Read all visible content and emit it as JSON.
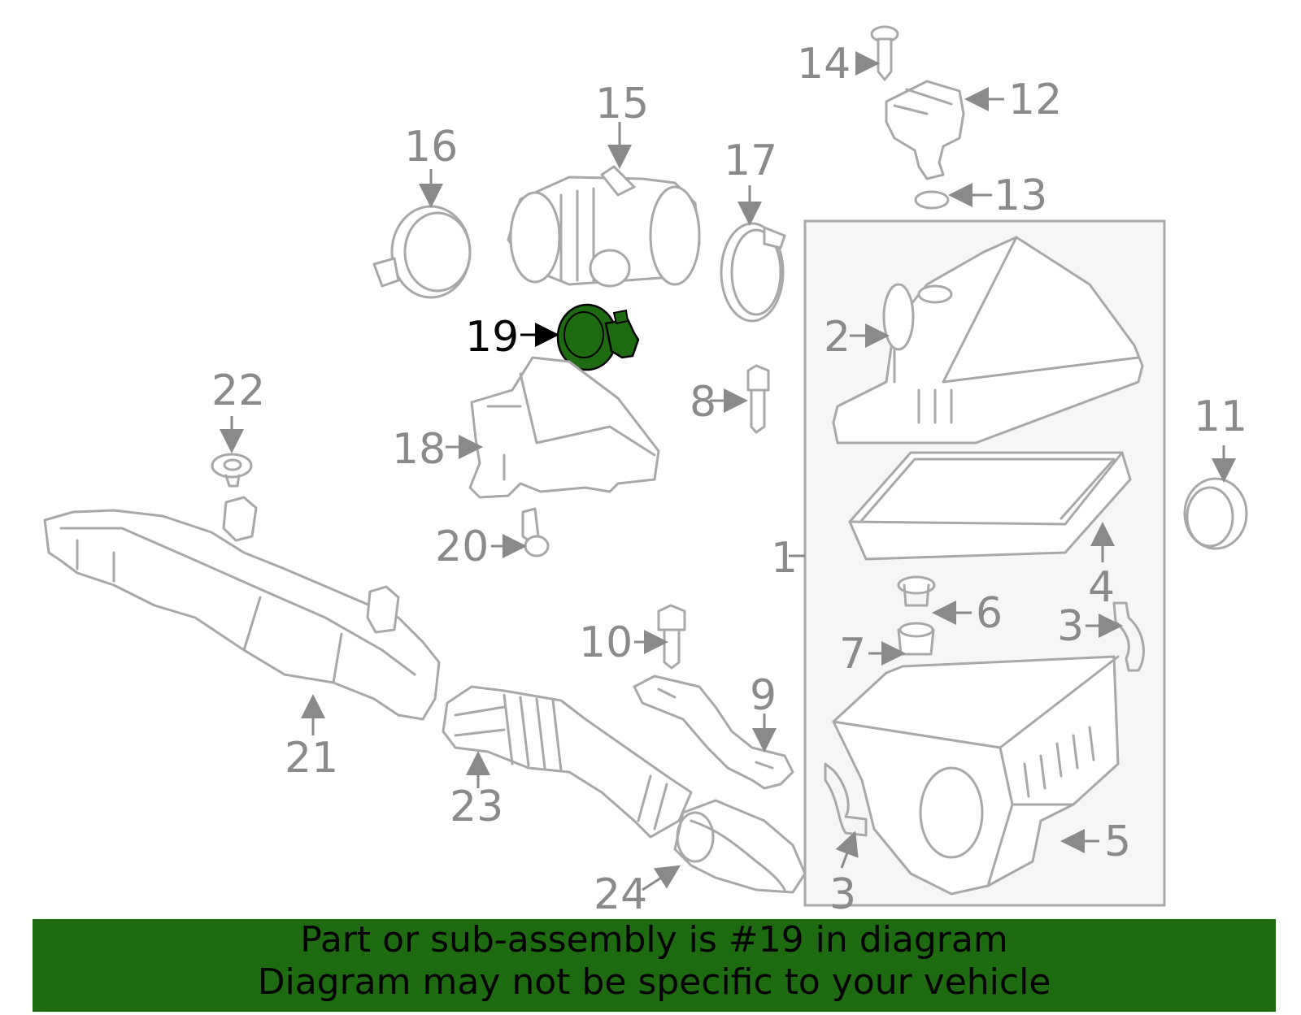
{
  "diagram": {
    "callouts": [
      "1",
      "2",
      "3",
      "3",
      "3",
      "4",
      "5",
      "6",
      "7",
      "8",
      "9",
      "10",
      "11",
      "12",
      "13",
      "14",
      "15",
      "16",
      "17",
      "18",
      "19",
      "20",
      "21",
      "22",
      "23",
      "24"
    ],
    "highlighted_part": "19",
    "highlight_color": "#1e6b12",
    "part_color": "#a8a8a8",
    "label_color": "#8a8a8a"
  },
  "banner": {
    "line1": "Part or sub-assembly is #19 in diagram",
    "line2": "Diagram may not be specific to your vehicle",
    "background": "#1e6b12"
  }
}
